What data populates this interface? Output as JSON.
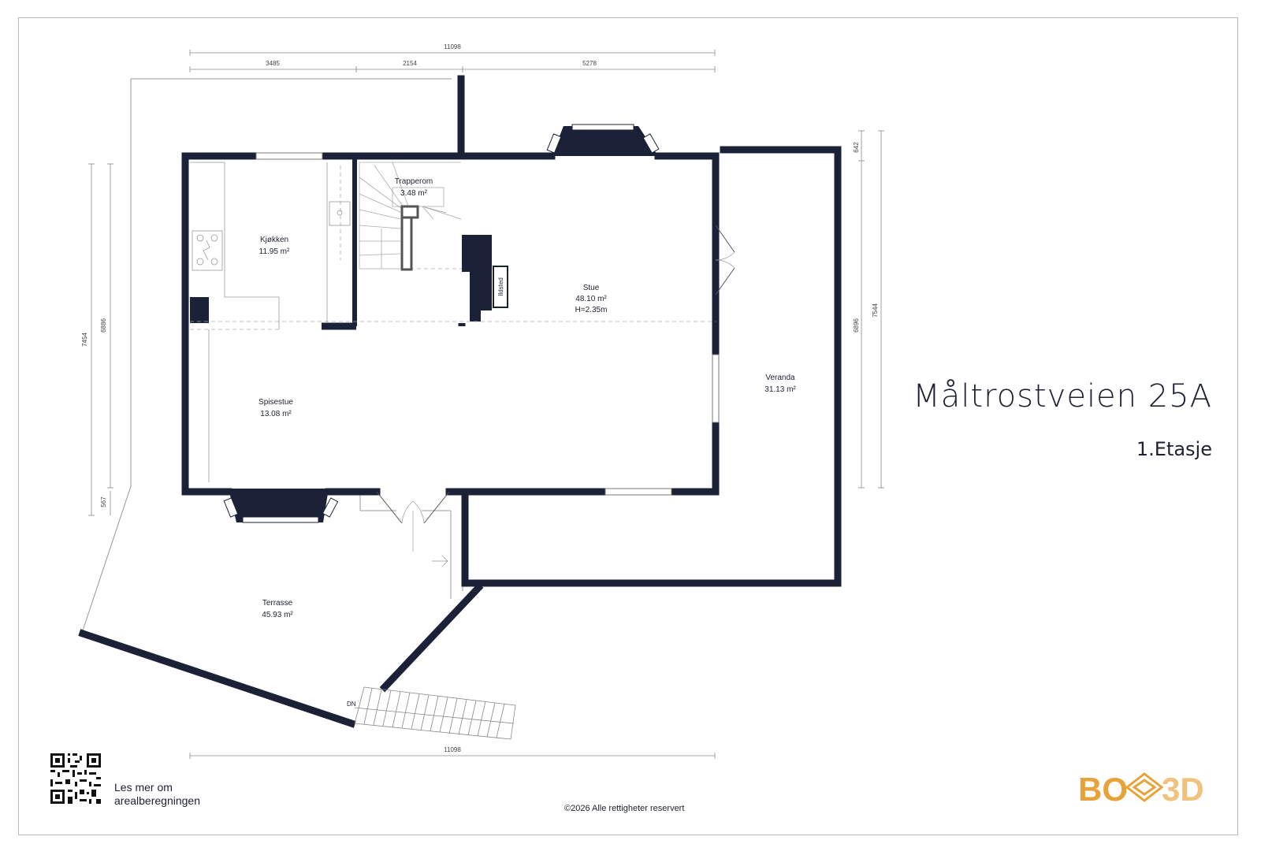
{
  "title": "Måltrostveien 25A",
  "floor": "1.Etasje",
  "qr_caption": [
    "Les mer om",
    "arealberegningen"
  ],
  "copyright": "©2026 Alle rettigheter reservert",
  "logo": {
    "left": "BO",
    "right": "3D",
    "color": "#E8A23A"
  },
  "colors": {
    "wall": "#1b2238",
    "dim_line": "#888888"
  },
  "rooms": {
    "kjokken": {
      "name": "Kjøkken",
      "area": "11.95 m²"
    },
    "trapperom": {
      "name": "Trapperom",
      "area": "3.48 m²"
    },
    "stue": {
      "name": "Stue",
      "area": "48.10 m²",
      "height": "H=2.35m"
    },
    "spisestue": {
      "name": "Spisestue",
      "area": "13.08 m²"
    },
    "veranda": {
      "name": "Veranda",
      "area": "31.13 m²"
    },
    "terrasse": {
      "name": "Terrasse",
      "area": "45.93 m²"
    },
    "ildsted": {
      "name": "Ildsted"
    }
  },
  "stair_label": "DN",
  "dimensions": {
    "top_total": "11098",
    "top_segments": [
      "3485",
      "2154",
      "5278"
    ],
    "bottom_total": "11098",
    "left_outer": "7454",
    "left_inner": "6886",
    "left_small": "567",
    "right_small": "642",
    "right_inner": "6896",
    "right_outer": "7544"
  }
}
